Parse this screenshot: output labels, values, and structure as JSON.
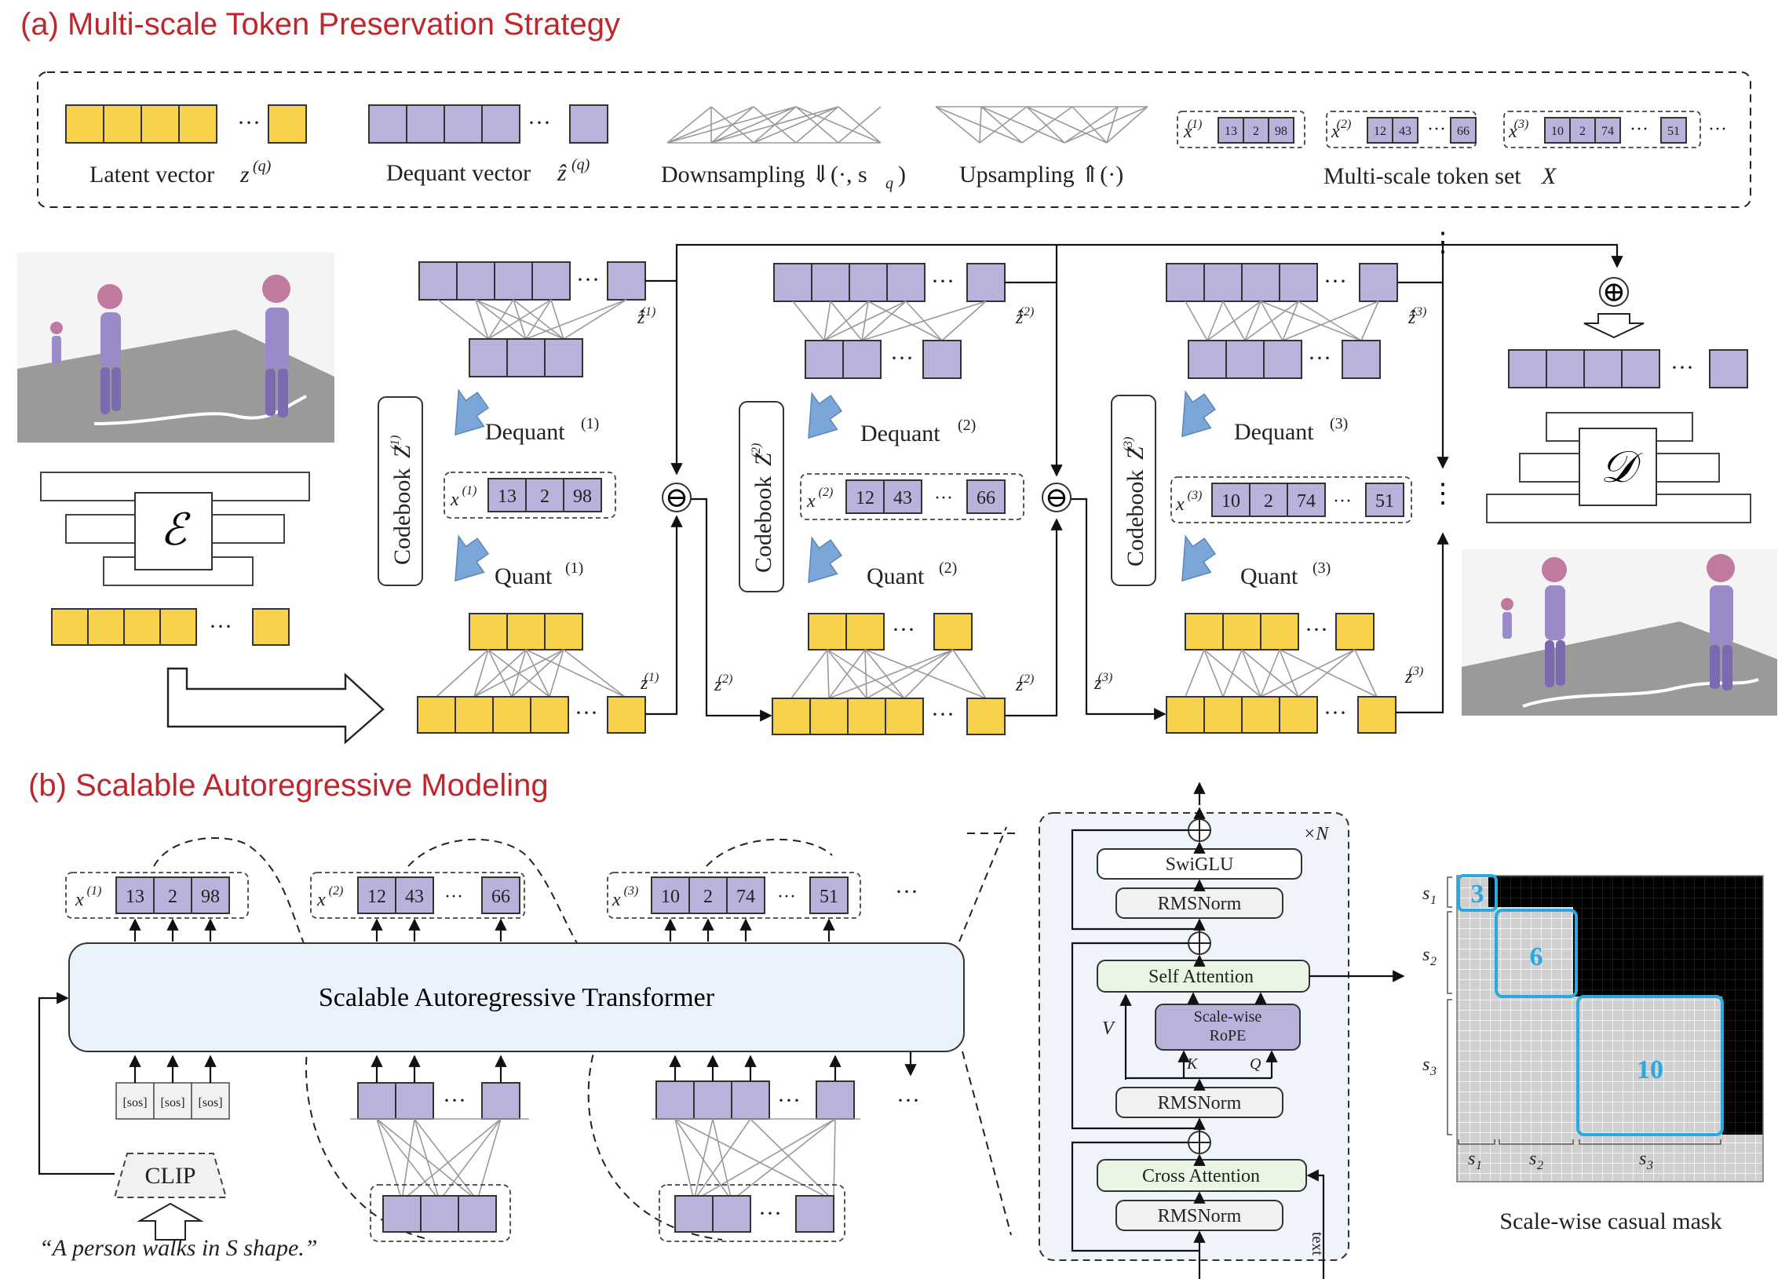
{
  "section_a": {
    "title": "(a) Multi-scale Token Preservation Strategy",
    "legend": {
      "latent_vector": "Latent vector",
      "latent_symbol": "z",
      "latent_sup": "(q)",
      "dequant_vector": "Dequant vector",
      "dequant_symbol": "ẑ",
      "dequant_sup": "(q)",
      "downsampling": "Downsampling ⇓(·, s",
      "downsampling_sub": "q",
      "downsampling_close": ")",
      "upsampling": "Upsampling ⇑(·)",
      "token_set": "Multi-scale token set",
      "token_set_symbol": "X",
      "set1": {
        "label": "x",
        "sup": "(1)",
        "tokens": [
          "13",
          "2",
          "98"
        ]
      },
      "set2": {
        "label": "x",
        "sup": "(2)",
        "tokens": [
          "12",
          "43",
          "66"
        ]
      },
      "set3": {
        "label": "x",
        "sup": "(3)",
        "tokens": [
          "10",
          "2",
          "74",
          "51"
        ]
      },
      "ellipsis": "···"
    },
    "encoder_symbol": "ℰ",
    "decoder_symbol": "𝒟",
    "oplus": "⊕",
    "ominus": "⊖",
    "ellipsis": "···",
    "vdots": "⋮",
    "stages": [
      {
        "codebook": "Codebook",
        "codebook_sym": "Z",
        "codebook_sup": "(1)",
        "dequant": "Dequant",
        "dequant_sup": "(1)",
        "quant": "Quant",
        "quant_sup": "(1)",
        "token_label": "x",
        "token_sup": "(1)",
        "tokens": [
          "13",
          "2",
          "98"
        ],
        "zhat": "ẑ",
        "zhat_sup": "(1)",
        "z_out": "z",
        "z_out_sup": "(1)"
      },
      {
        "codebook": "Codebook",
        "codebook_sym": "Z",
        "codebook_sup": "(2)",
        "dequant": "Dequant",
        "dequant_sup": "(2)",
        "quant": "Quant",
        "quant_sup": "(2)",
        "token_label": "x",
        "token_sup": "(2)",
        "tokens": [
          "12",
          "43",
          "66"
        ],
        "zhat": "ẑ",
        "zhat_sup": "(2)",
        "z_in": "z",
        "z_in_sup": "(2)",
        "z_out": "z",
        "z_out_sup": "(2)"
      },
      {
        "codebook": "Codebook",
        "codebook_sym": "Z",
        "codebook_sup": "(3)",
        "dequant": "Dequant",
        "dequant_sup": "(3)",
        "quant": "Quant",
        "quant_sup": "(3)",
        "token_label": "x",
        "token_sup": "(3)",
        "tokens": [
          "10",
          "2",
          "74",
          "51"
        ],
        "zhat": "ẑ",
        "zhat_sup": "(3)",
        "z_in": "z",
        "z_in_sup": "(3)",
        "z_out": "z",
        "z_out_sup": "(3)"
      }
    ]
  },
  "section_b": {
    "title": "(b) Scalable Autoregressive Modeling",
    "transformer": "Scalable Autoregressive Transformer",
    "sos": "[sos]",
    "clip": "CLIP",
    "prompt": "“A person walks in S shape.”",
    "ellipsis": "···",
    "outputs": [
      {
        "label": "x",
        "sup": "(1)",
        "tokens": [
          "13",
          "2",
          "98"
        ]
      },
      {
        "label": "x",
        "sup": "(2)",
        "tokens": [
          "12",
          "43",
          "66"
        ]
      },
      {
        "label": "x",
        "sup": "(3)",
        "tokens": [
          "10",
          "2",
          "74",
          "51"
        ]
      }
    ],
    "block": {
      "repeat": "×N",
      "swiglu": "SwiGLU",
      "rmsnorm": "RMSNorm",
      "self_attention": "Self Attention",
      "rope_line1": "Scale-wise",
      "rope_line2": "RoPE",
      "v": "V",
      "k": "K",
      "q": "Q",
      "cross_attention": "Cross Attention",
      "side_label": "text"
    },
    "mask": {
      "caption": "Scale-wise casual mask",
      "scales": [
        3,
        6,
        10
      ],
      "row_labels": [
        "s",
        "s",
        "s"
      ],
      "row_subs": [
        "1",
        "2",
        "3"
      ]
    }
  },
  "colors": {
    "title_red": "#c0272d",
    "latent_yellow": "#f8d24a",
    "dequant_purple": "#b9b3dc",
    "mask_cyan": "#2aa8e0",
    "arrow_blue": "#7aa6d8"
  }
}
